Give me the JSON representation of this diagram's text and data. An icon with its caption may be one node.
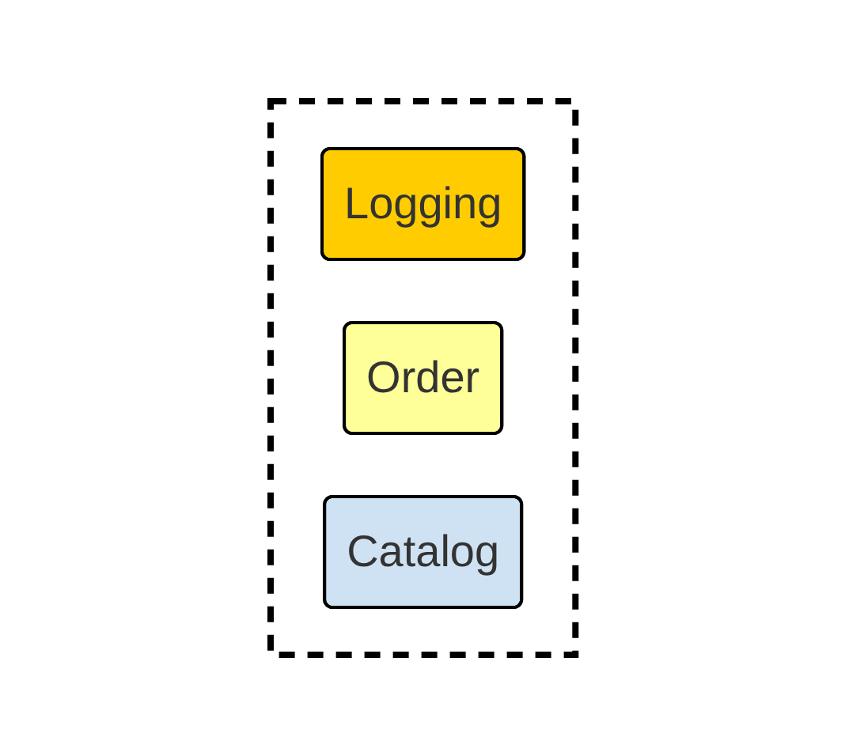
{
  "diagram": {
    "nodes": [
      {
        "text": [],
        "shape": "box"
      },
      {
        "text": [
          "Logging"
        ],
        "in": 0
      },
      {
        "text": [
          "Order"
        ],
        "in": 0
      },
      {
        "text": [
          "Catalog"
        ],
        "in": 0
      }
    ]
  }
}
